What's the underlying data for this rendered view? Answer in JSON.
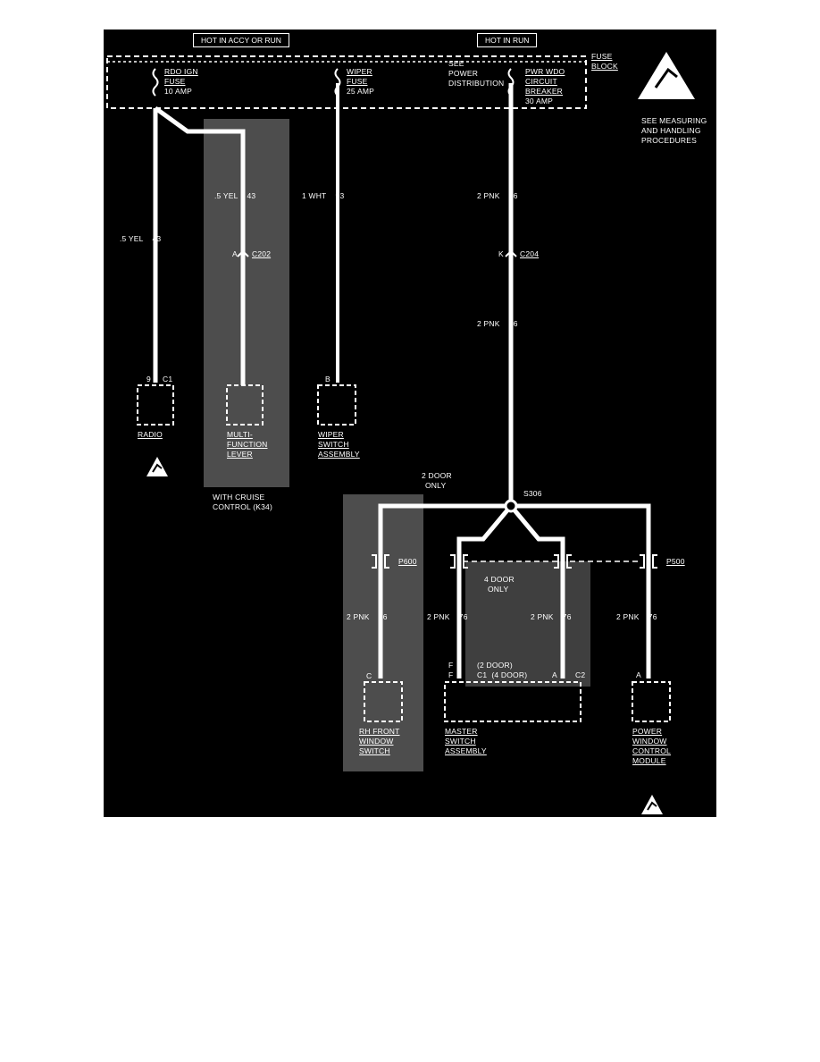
{
  "top_labels": {
    "hot_accy_run": "HOT IN ACCY OR RUN",
    "hot_run": "HOT IN RUN"
  },
  "fuse_block": {
    "label_1": "FUSE",
    "label_2": "BLOCK",
    "rdo_fuse": [
      "RDO IGN",
      "FUSE",
      "10 AMP"
    ],
    "wiper_fuse": [
      "WIPER",
      "FUSE",
      "25 AMP"
    ],
    "see_power": [
      "SEE",
      "POWER",
      "DISTRIBUTION"
    ],
    "pwr_wdo": [
      "PWR WDO",
      "CIRCUIT",
      "BREAKER",
      "30 AMP"
    ]
  },
  "esd_note": [
    "SEE MEASURING",
    "AND HANDLING",
    "PROCEDURES"
  ],
  "wires": {
    "radio_wire": ".5 YEL    43",
    "mfl_wire": ".5 YEL    43",
    "wiper_wire": "1 WHT    93",
    "pnk_upper": "2 PNK    76",
    "pnk_lower": "2 PNK    76",
    "rh_wire": "2 PNK    76",
    "master_f_wire": "2 PNK    76",
    "master_a_wire": "2 PNK    76",
    "pwcm_wire": "2 PNK    76"
  },
  "connectors": {
    "c202_pin": "A",
    "c202": "C202",
    "c204_pin": "K",
    "c204": "C204",
    "radio_pin": "9",
    "radio_conn": "C1",
    "wiper_pin": "B",
    "p600": "P600",
    "p500": "P500",
    "s306": "S306",
    "rh_pin": "C",
    "master_f_2door": "F",
    "master_2door": "(2 DOOR)",
    "master_f_4door": "F",
    "master_c1": "C1  (4 DOOR)",
    "master_a": "A",
    "master_c2": "C2",
    "pwcm_pin": "A"
  },
  "components": {
    "radio": "RADIO",
    "mfl": [
      "MULTI-",
      "FUNCTION",
      "LEVER"
    ],
    "wiper": [
      "WIPER",
      "SWITCH",
      "ASSEMBLY"
    ],
    "rh_front": [
      "RH FRONT",
      "WINDOW",
      "SWITCH"
    ],
    "master": [
      "MASTER",
      "SWITCH",
      "ASSEMBLY"
    ],
    "pwcm": [
      "POWER",
      "WINDOW",
      "CONTROL",
      "MODULE"
    ]
  },
  "notes": {
    "cruise": [
      "WITH CRUISE",
      "CONTROL (K34)"
    ],
    "two_door": [
      "2 DOOR",
      "ONLY"
    ],
    "four_door": [
      "4 DOOR",
      "ONLY"
    ]
  },
  "colors": {
    "background": "#000000",
    "wire": "#ffffff",
    "shade": "#5a5a5a"
  }
}
